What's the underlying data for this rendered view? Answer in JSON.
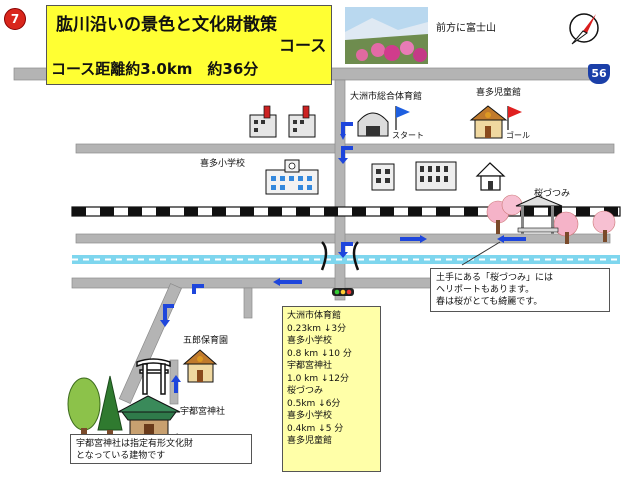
{
  "title": {
    "number": "7",
    "line1": "肱川沿いの景色と文化財散策",
    "line2": "コース",
    "line3": "コース距離約3.0km　約36分"
  },
  "route_number": "56",
  "photo_caption": "前方に富士山",
  "places": {
    "gym": "大洲市総合体育館",
    "start": "スタート",
    "jido": "喜多児童館",
    "goal": "ゴール",
    "school": "喜多小学校",
    "sakura": "桜づつみ",
    "hoikuen": "五郎保育園",
    "shrine": "宇都宮神社"
  },
  "sakura_note": [
    "土手にある「桜づつみ」には",
    "ヘリポートもあります。",
    "春は桜がとても綺麗です。"
  ],
  "shrine_note": [
    "宇都宮神社は指定有形文化財",
    "となっている建物です"
  ],
  "route_table": [
    "大洲市体育館",
    "0.23km ↓3分",
    "喜多小学校",
    "0.8 km ↓10 分",
    "宇都宮神社",
    "1.0 km ↓12分",
    "桜づつみ",
    " 0.5km ↓6分",
    "喜多小学校",
    "0.4km ↓5 分",
    "喜多児童館"
  ],
  "colors": {
    "road": "#b4b4b4",
    "river": "#7ed6ee",
    "route_arrow": "#1e46dc",
    "title_bg": "#ffff33",
    "info_bg": "#ffffa8",
    "badge": "#d9261c",
    "shield": "#1b3fa8"
  },
  "icons": [
    "compass-icon",
    "flag-icon",
    "factory-icon",
    "building-icon",
    "school-icon",
    "shrine-torii-icon",
    "tree-icon",
    "house-icon",
    "traffic-light-icon"
  ]
}
